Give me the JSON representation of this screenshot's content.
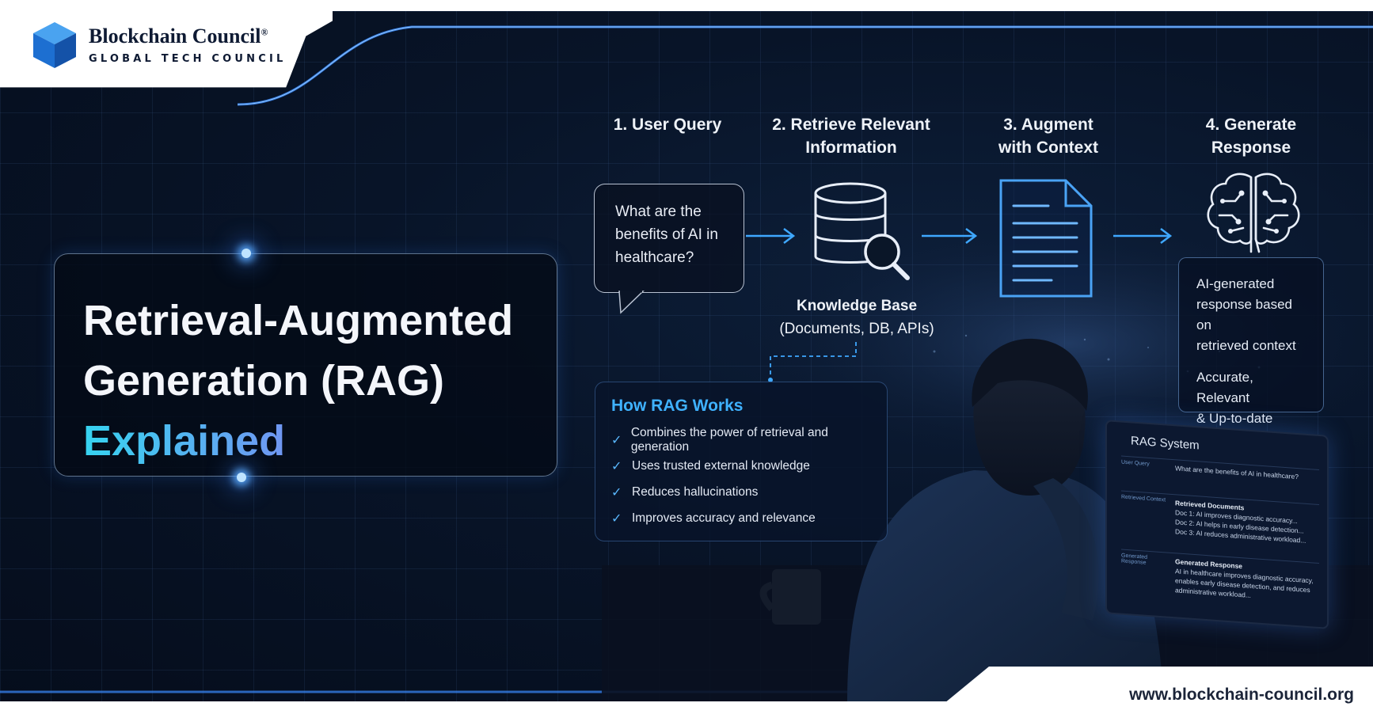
{
  "brand": {
    "name": "Blockchain Council",
    "registered": "®",
    "tagline": "GLOBAL TECH COUNCIL",
    "url": "www.blockchain-council.org"
  },
  "title": {
    "line1": "Retrieval-Augmented",
    "line2": "Generation (RAG)",
    "line3": "Explained"
  },
  "steps": [
    {
      "line1": "1. User Query",
      "line2": ""
    },
    {
      "line1": "2. Retrieve Relevant",
      "line2": "Information"
    },
    {
      "line1": "3. Augment",
      "line2": "with Context"
    },
    {
      "line1": "4. Generate",
      "line2": "Response"
    }
  ],
  "query_bubble": {
    "line1": "What are the",
    "line2": "benefits of AI in",
    "line3": "healthcare?"
  },
  "knowledge_base": {
    "title": "Knowledge Base",
    "subtitle": "(Documents, DB, APIs)"
  },
  "response_box": {
    "para1": [
      "AI-generated",
      "response based on",
      "retrieved context"
    ],
    "para2": [
      "Accurate, Relevant",
      "& Up-to-date"
    ]
  },
  "how_rag": {
    "title": "How RAG Works",
    "items": [
      "Combines the power of retrieval and generation",
      "Uses trusted external knowledge",
      "Reduces hallucinations",
      "Improves accuracy and relevance"
    ]
  },
  "laptop": {
    "title": "RAG System",
    "user_query_label": "User Query",
    "user_query": "What are the benefits of AI in healthcare?",
    "retrieved_label": "Retrieved Context",
    "retrieved_title": "Retrieved Documents",
    "docs": [
      "Doc 1: AI improves diagnostic accuracy...",
      "Doc 2: AI helps in early disease detection...",
      "Doc 3: AI reduces administrative workload..."
    ],
    "generated_label": "Generated Response",
    "generated_title": "Generated Response",
    "generated_text": "AI in healthcare improves diagnostic accuracy, enables early disease detection, and reduces administrative workload..."
  },
  "colors": {
    "background": "#081428",
    "accent_blue": "#3fb2ff",
    "title_gradient_start": "#36d3f0",
    "title_gradient_end": "#c070ec",
    "text_light": "#eef2f8",
    "brand_dark": "#0e1a33"
  },
  "icons": [
    "cube-logo-icon",
    "speech-bubble-icon",
    "database-search-icon",
    "document-icon",
    "brain-circuit-icon",
    "check-icon",
    "arrow-right-icon"
  ]
}
